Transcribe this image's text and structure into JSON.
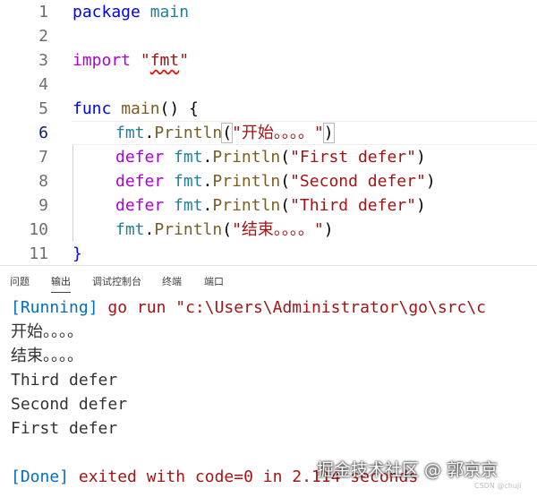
{
  "editor": {
    "line_numbers": [
      "1",
      "2",
      "3",
      "4",
      "5",
      "6",
      "7",
      "8",
      "9",
      "10",
      "11"
    ],
    "l1": {
      "kw": "package",
      "rest": " main"
    },
    "l3": {
      "kw": "import",
      "q1": " \"",
      "pkg": "fmt",
      "q2": "\""
    },
    "l5": {
      "kw": "func",
      "fn": " main",
      "rest": "() {"
    },
    "l6": {
      "pkg": "fmt",
      "dot": ".",
      "fn": "Println",
      "open": "(",
      "str": "\"开始。。。。\"",
      "close": ")"
    },
    "l7": {
      "kw": "defer",
      "pkg": " fmt",
      "dot": ".",
      "fn": "Println",
      "open": "(",
      "str": "\"First defer\"",
      "close": ")"
    },
    "l8": {
      "kw": "defer",
      "pkg": " fmt",
      "dot": ".",
      "fn": "Println",
      "open": "(",
      "str": "\"Second defer\"",
      "close": ")"
    },
    "l9": {
      "kw": "defer",
      "pkg": " fmt",
      "dot": ".",
      "fn": "Println",
      "open": "(",
      "str": "\"Third defer\"",
      "close": ")"
    },
    "l10": {
      "pkg": "fmt",
      "dot": ".",
      "fn": "Println",
      "open": "(",
      "str": "\"结束。。。。\"",
      "close": ")"
    },
    "l11": {
      "brace": "}"
    }
  },
  "panel": {
    "tabs": [
      "问题",
      "输出",
      "调试控制台",
      "终端",
      "端口"
    ],
    "active_tab": "输出",
    "running_tag": "[Running]",
    "running_cmd": " go run \"c:\\Users\\Administrator\\go\\src\\c",
    "out_lines": [
      "开始。。。。",
      "结束。。。。",
      "Third defer",
      "Second defer",
      "First defer"
    ],
    "done_tag": "[Done]",
    "done_text": " exited with code=0 in 2.114 seconds"
  },
  "watermark": {
    "text": "掘金技术社区 @ 郭京京",
    "csdn": "CSDN @chuji"
  }
}
